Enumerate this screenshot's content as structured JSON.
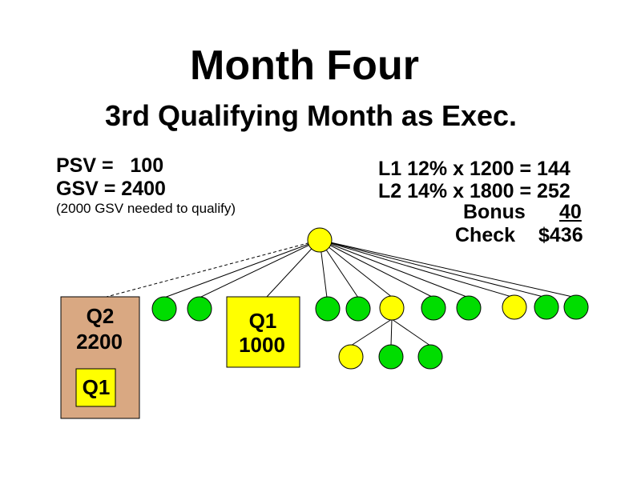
{
  "slide": {
    "title": "Month Four",
    "subtitle": "3rd Qualifying Month as Exec."
  },
  "left_stats": {
    "psv": "PSV =   100",
    "gsv": "GSV = 2400",
    "note": "(2000 GSV needed to qualify)"
  },
  "right_stats": {
    "l1": "L1 12% x 1200 = 144",
    "l2": "L2 14% x 1800 = 252",
    "bonus_label": "Bonus",
    "bonus_value": "40",
    "check_label": "Check",
    "check_value": "$436"
  },
  "boxes": {
    "q2_box": {
      "line1": "Q2",
      "line2": "2200",
      "inner": "Q1"
    },
    "q1_box": {
      "line1": "Q1",
      "line2": "1000"
    }
  },
  "colors": {
    "green_node": "#00dd00",
    "yellow_node": "#ffff00",
    "q2_box_fill": "#d9a882",
    "q1_box_fill": "#ffff00"
  }
}
